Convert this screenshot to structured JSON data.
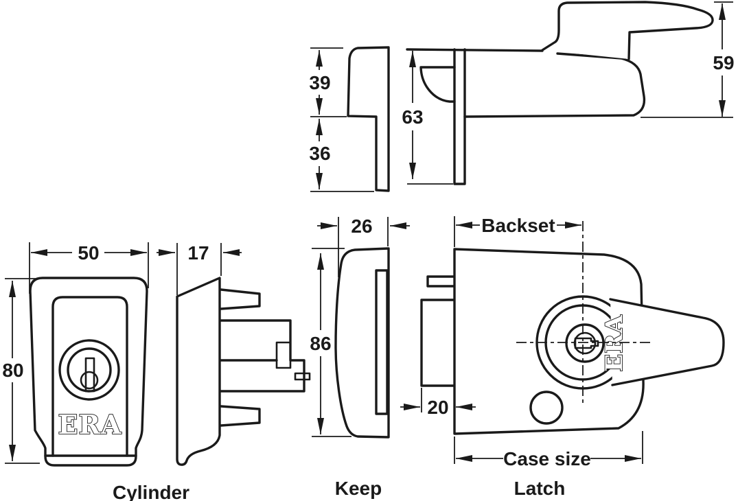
{
  "drawing": {
    "title": "Night latch technical drawing",
    "views": {
      "cylinder_label": "Cylinder",
      "keep_label": "Keep",
      "latch_label": "Latch"
    },
    "brand": {
      "logo_text": "ERA"
    },
    "dims": {
      "cyl_width": "50",
      "cyl_height": "80",
      "cyl_depth": "17",
      "keep_upper": "39",
      "keep_lower": "36",
      "keep_depth": "26",
      "keep_height": "86",
      "latch_body_depth": "63",
      "latch_knob_height": "59",
      "backset": "Backset",
      "bolt_throw": "20",
      "case_size": "Case size"
    },
    "colors": {
      "line": "#1a1a1a",
      "background": "#ffffff"
    }
  }
}
